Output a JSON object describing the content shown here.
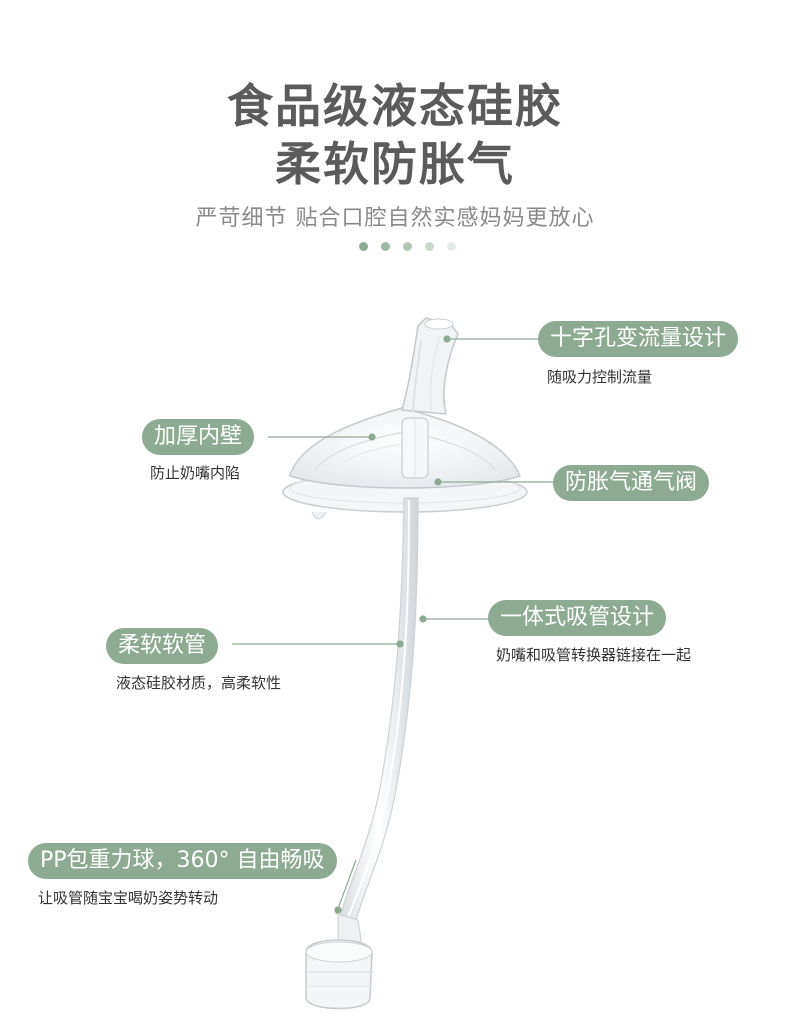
{
  "heading": {
    "line1": "食品级液态硅胶",
    "line2": "柔软防胀气",
    "subtitle": "严苛细节 贴合口腔自然实感妈妈更放心"
  },
  "dots": [
    "#8eaa93",
    "#9fb8a3",
    "#b3c7b6",
    "#cbd9cd",
    "#e6ece7"
  ],
  "accent_color": "#8eaa93",
  "callouts": {
    "cross_hole": {
      "label": "十字孔变流量设计",
      "desc": "随吸力控制流量"
    },
    "thick_wall": {
      "label": "加厚内壁",
      "desc": "防止奶嘴内陷"
    },
    "valve": {
      "label": "防胀气通气阀"
    },
    "integrated_straw": {
      "label": "一体式吸管设计",
      "desc": "奶嘴和吸管转换器链接在一起"
    },
    "soft_tube": {
      "label": "柔软软管",
      "desc": "液态硅胶材质，高柔软性"
    },
    "gravity_ball": {
      "label": "PP包重力球，360° 自由畅吸",
      "desc": "让吸管随宝宝喝奶姿势转动"
    }
  }
}
